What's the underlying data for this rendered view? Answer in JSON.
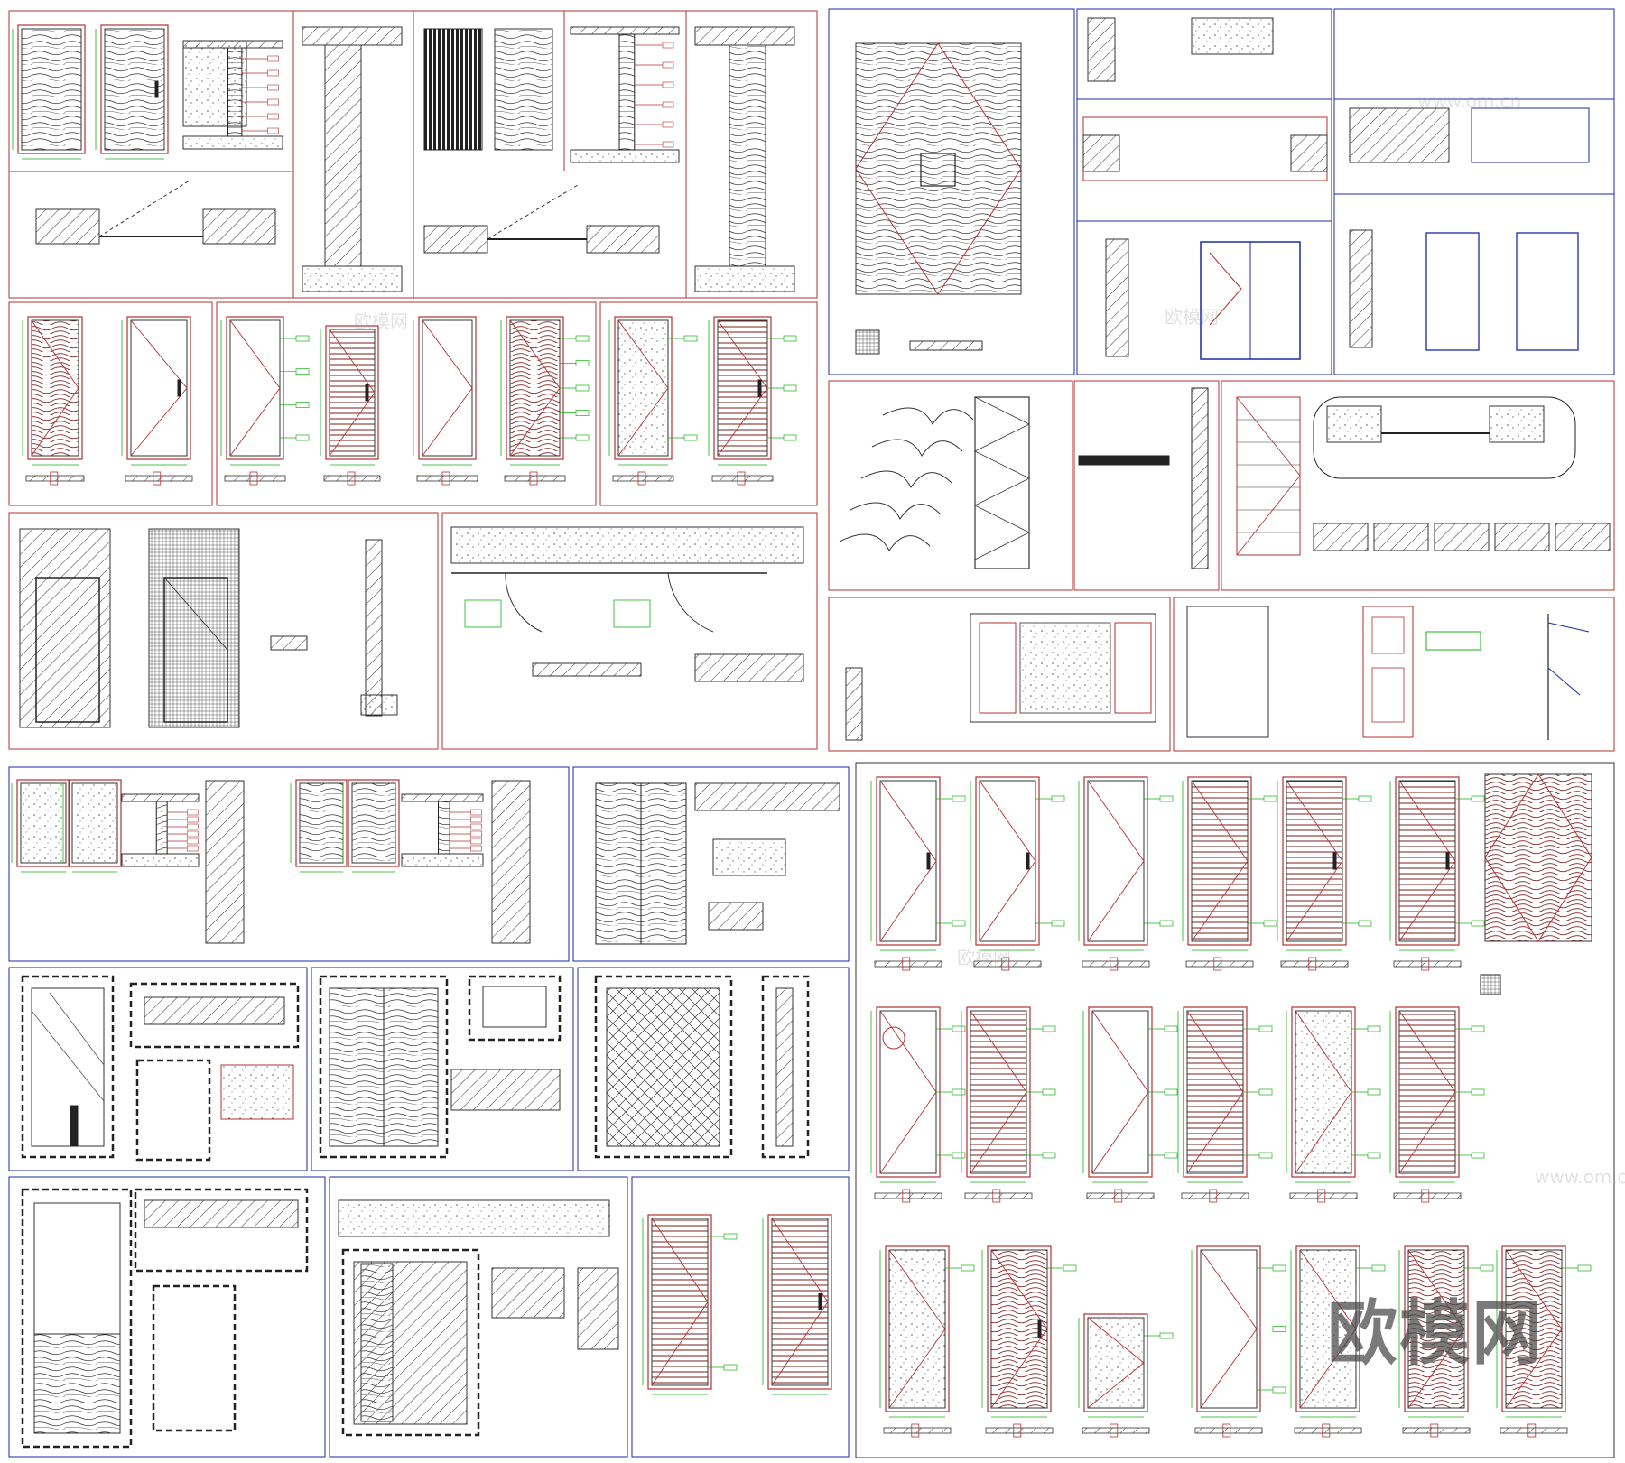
{
  "watermark": "欧模网",
  "faint_watermarks": [
    "欧模网",
    "www.om.cn"
  ],
  "colors": {
    "frame": "#b43030",
    "wood": "#7a1f1f",
    "accent": "#13b313",
    "guide": "#1a2aa8",
    "dark": "#1a1a1a"
  }
}
